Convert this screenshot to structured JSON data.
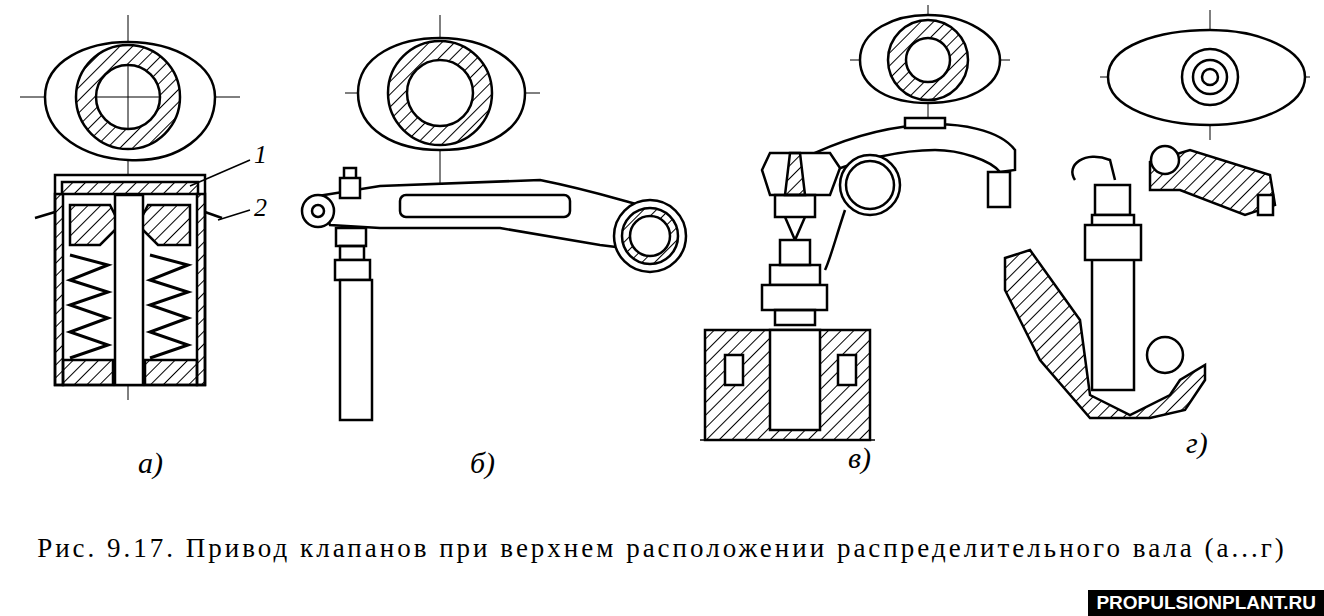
{
  "diagram": {
    "caption": "Рис. 9.17. Привод клапанов при верхнем расположении распределительного вала (а...г)",
    "labels": [
      "1",
      "2",
      "а)",
      "б)",
      "в)",
      "г)",
      "PROPULSIONPLANT.RU"
    ]
  }
}
